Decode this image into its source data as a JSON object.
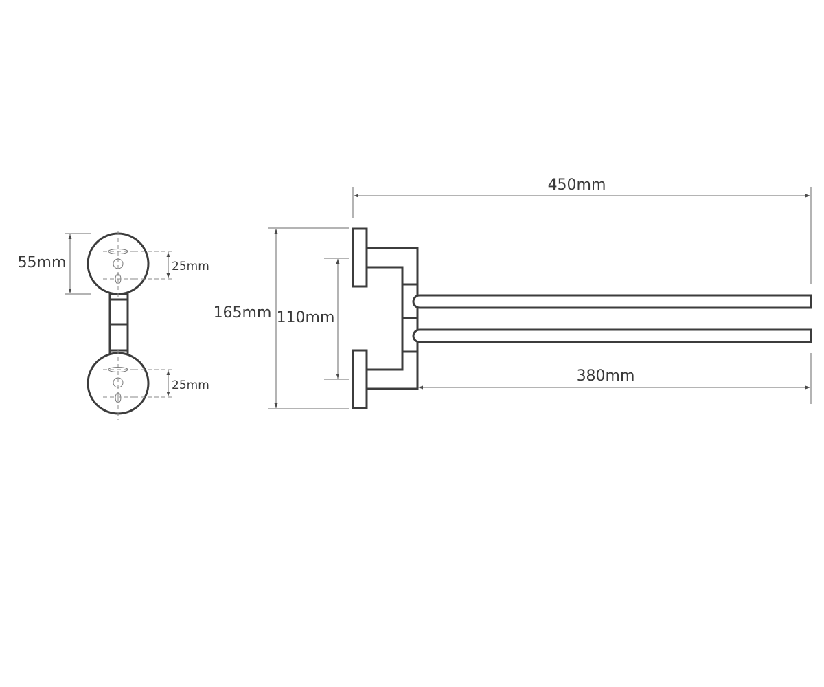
{
  "dimensions": {
    "side_height": "55mm",
    "side_hole_top": "25mm",
    "side_hole_bottom": "25mm",
    "overall_height": "165mm",
    "mount_spacing": "110mm",
    "overall_length": "450mm",
    "rail_length": "380mm"
  },
  "colors": {
    "line": "#3c3c3c",
    "dimension": "#6a6a6a",
    "text": "#3a3a3a"
  }
}
